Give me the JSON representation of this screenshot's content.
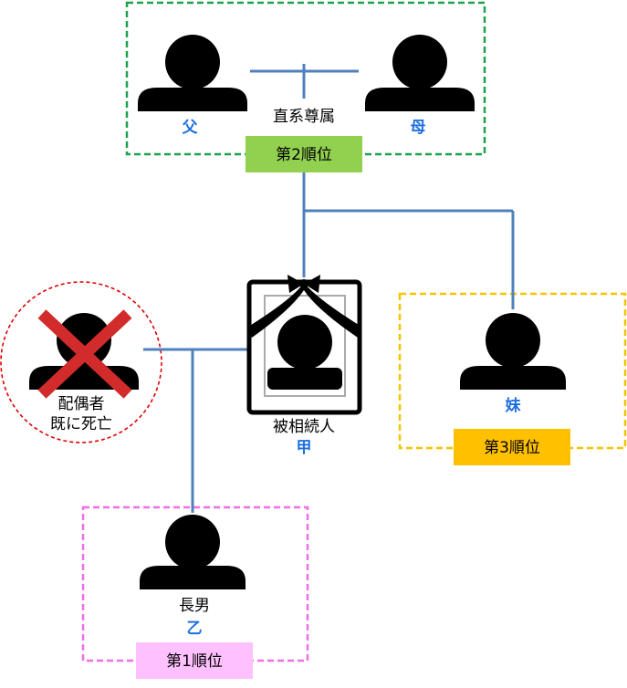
{
  "colors": {
    "line": "#4f81bd",
    "name_text": "#1f6fe0",
    "group_parents": "#1aa34a",
    "group_sister": "#f5c400",
    "group_son": "#f06ee8",
    "rank_parents_bg": "#92d050",
    "rank_sister_bg": "#ffc000",
    "rank_son_bg": "#ffc0ff",
    "spouse_circle": "#e00000",
    "cross": "#d22b2b"
  },
  "parents": {
    "father_name": "父",
    "mother_name": "母",
    "relation_label": "直系尊属",
    "rank_label": "第2順位"
  },
  "deceased": {
    "label": "被相続人",
    "name": "甲"
  },
  "spouse": {
    "label_line1": "配偶者",
    "label_line2": "既に死亡"
  },
  "sister": {
    "name": "妹",
    "rank_label": "第3順位"
  },
  "son": {
    "label": "長男",
    "name": "乙",
    "rank_label": "第1順位"
  },
  "icons": {
    "person": "person-silhouette-icon",
    "cross": "cross-mark-icon",
    "mourning": "mourning-ribbon-icon"
  }
}
